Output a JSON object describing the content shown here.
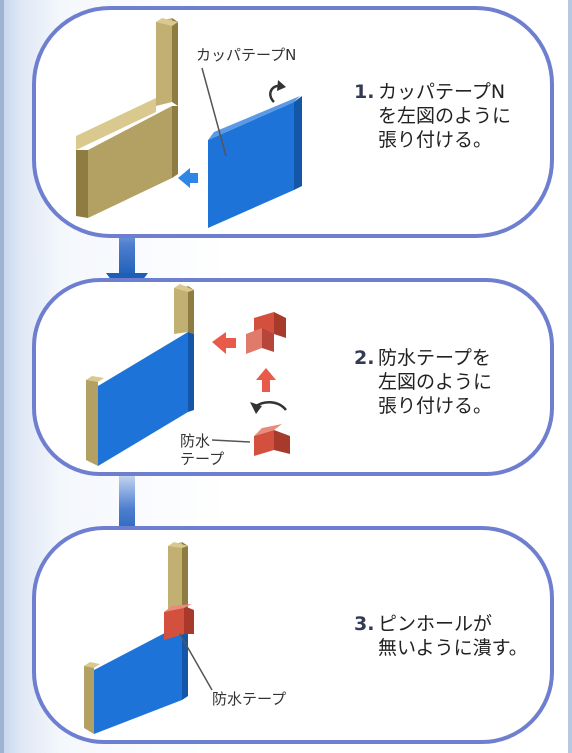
{
  "steps": [
    {
      "number": "1.",
      "text": "カッパテープN\nを左図のように\n張り付ける。"
    },
    {
      "number": "2.",
      "text": "防水テープを\n左図のように\n張り付ける。"
    },
    {
      "number": "3.",
      "text": "ピンホールが\n無いように潰す。"
    }
  ],
  "labels": {
    "kappa_tape": "カッパテープN",
    "waterproof_tape_split": "防水\nテープ",
    "waterproof_tape": "防水テープ"
  },
  "colors": {
    "panel_border": "#6f7fd0",
    "wood": "#b3a063",
    "tape_blue": "#1e73d8",
    "tape_red": "#d3503f",
    "arrow_blue": "#1d5fb8",
    "accent_red": "#e85a4a"
  }
}
